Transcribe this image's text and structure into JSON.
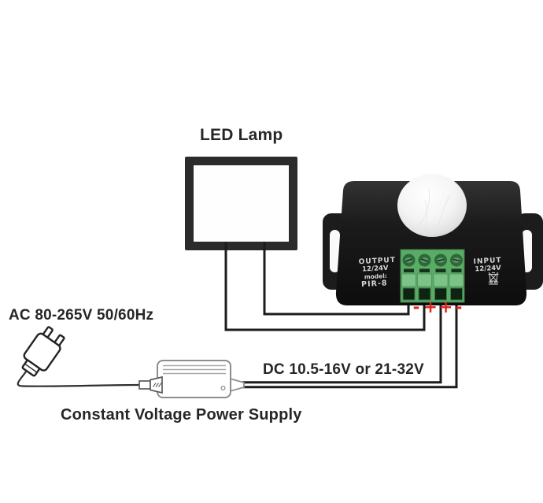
{
  "diagram": {
    "led_lamp_label": "LED Lamp",
    "ac_label": "AC 80-265V 50/60Hz",
    "dc_label": "DC 10.5-16V or 21-32V",
    "psu_label": "Constant Voltage Power Supply",
    "device": {
      "output_label": "OUTPUT",
      "output_voltage": "12/24V",
      "model_label": "model:",
      "model_value": "PIR-8",
      "input_label": "INPUT",
      "input_voltage": "12/24V"
    },
    "terminal_marks": [
      "-",
      "+",
      "+",
      "-"
    ],
    "colors": {
      "wire": "#1c1c1c",
      "polarity_red": "#e0241c",
      "terminal_green": "#5aab66",
      "device_body": "#1a1a1a",
      "label_text": "#262626"
    }
  }
}
